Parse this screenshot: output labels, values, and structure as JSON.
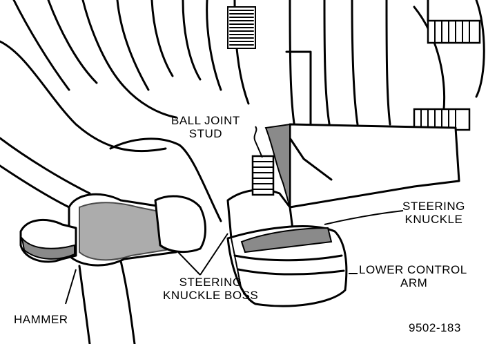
{
  "labels": {
    "ball_joint_stud": [
      "BALL JOINT",
      "STUD"
    ],
    "steering_knuckle": [
      "STEERING",
      "KNUCKLE"
    ],
    "lower_control_arm": [
      "LOWER CONTROL",
      "ARM"
    ],
    "steering_knuckle_boss": [
      "STEERING",
      "KNUCKLE BOSS"
    ],
    "hammer": "HAMMER",
    "figure_id": "9502-183"
  },
  "icons": [
    "hammer-icon",
    "ball-joint-stud-icon",
    "steering-knuckle-icon",
    "lower-control-arm-icon",
    "cv-boot-icon",
    "wheel-hub-icon"
  ]
}
